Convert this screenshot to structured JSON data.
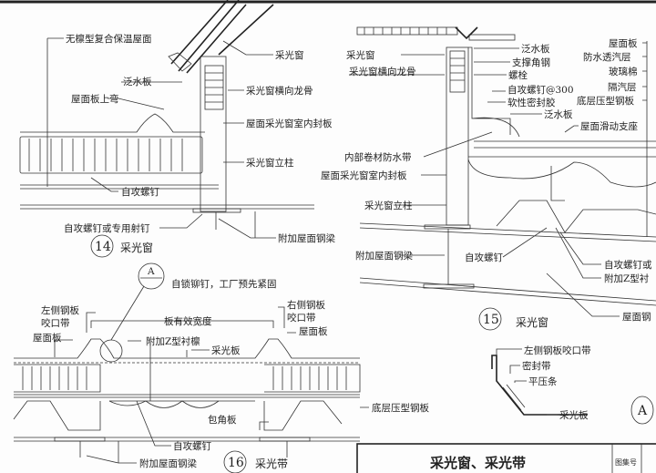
{
  "d14": {
    "number": "14",
    "title": "采光窗",
    "labels": [
      "无檩型复合保温屋面",
      "采光窗",
      "泛水板",
      "采光窗横向龙骨",
      "屋面板上弯",
      "屋面采光窗室内封板",
      "采光窗立柱",
      "自攻螺钉",
      "自攻螺钉或专用射钉",
      "附加屋面钢梁"
    ]
  },
  "d15": {
    "number": "15",
    "title": "采光窗",
    "labels": [
      "采光窗",
      "采光窗横向龙骨",
      "泛水板",
      "支撑角钢",
      "螺栓",
      "自攻螺钉@300",
      "软性密封胶",
      "泛水板",
      "屋面滑动支座",
      "内部卷材防水带",
      "屋面采光窗室内封板",
      "采光窗立柱",
      "附加屋面钢梁",
      "自攻螺钉",
      "自攻螺钉或",
      "附加Z型衬",
      "屋面钢"
    ],
    "layers": [
      "屋面板",
      "防水透汽层",
      "玻璃棉",
      "隔汽层",
      "底层压型钢板"
    ]
  },
  "d16": {
    "number": "16",
    "title": "采光带",
    "callout": "A",
    "labels": [
      "自锁铆钉，工厂预先紧固",
      "左侧钢板",
      "咬口带",
      "屋面板",
      "板有效宽度",
      "右侧钢板",
      "咬口带",
      "屋面板",
      "附加Z型衬檩",
      "采光板",
      "底层压型钢板",
      "包角板",
      "自攻螺钉",
      "附加屋面钢梁"
    ]
  },
  "detailA": {
    "number": "A",
    "labels": [
      "左侧钢板咬口带",
      "密封带",
      "平压条",
      "采光板"
    ]
  },
  "titleblock": {
    "title": "采光窗、采光带",
    "atlas_label": "图集号"
  }
}
